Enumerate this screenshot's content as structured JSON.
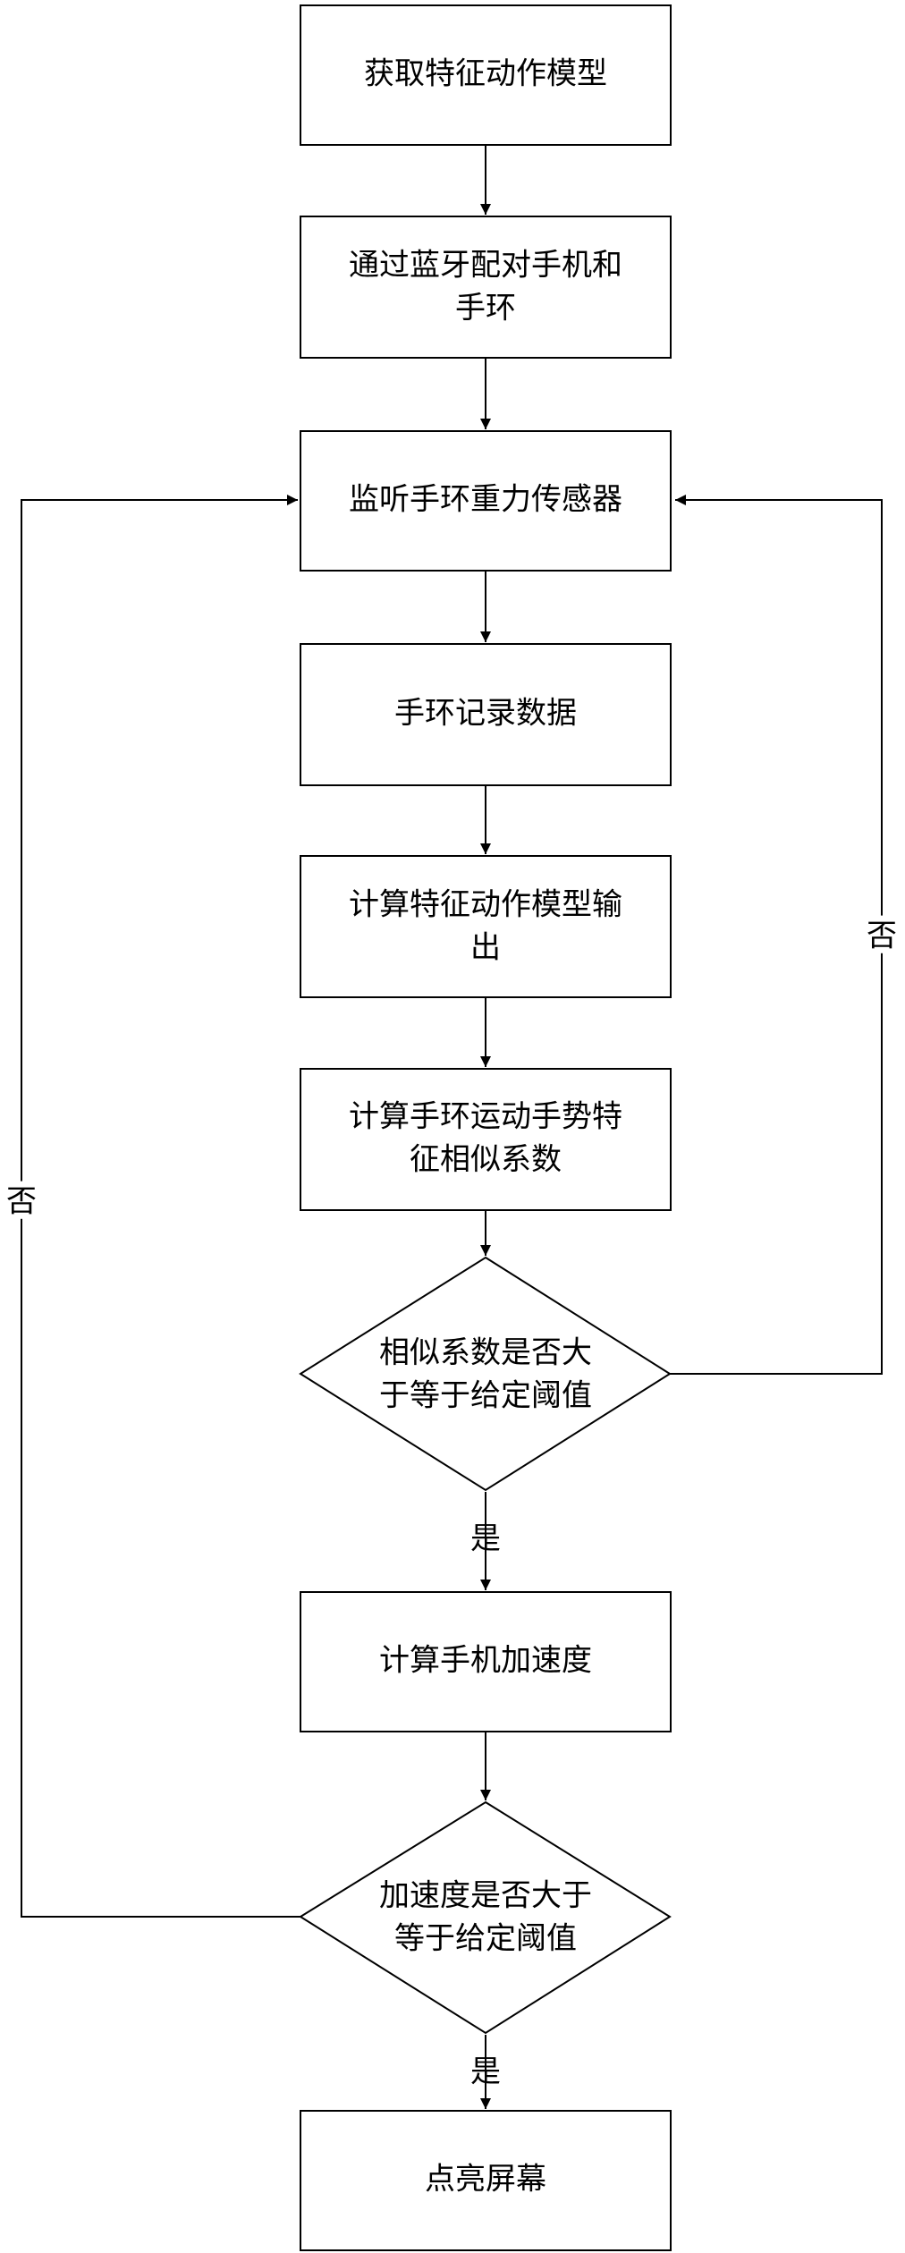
{
  "diagram": {
    "nodes": [
      {
        "id": "n1",
        "shape": "rect",
        "lines": [
          "获取特征动作模型"
        ]
      },
      {
        "id": "n2",
        "shape": "rect",
        "lines": [
          "通过蓝牙配对手机和",
          "手环"
        ]
      },
      {
        "id": "n3",
        "shape": "rect",
        "lines": [
          "监听手环重力传感器"
        ]
      },
      {
        "id": "n4",
        "shape": "rect",
        "lines": [
          "手环记录数据"
        ]
      },
      {
        "id": "n5",
        "shape": "rect",
        "lines": [
          "计算特征动作模型输",
          "出"
        ]
      },
      {
        "id": "n6",
        "shape": "rect",
        "lines": [
          "计算手环运动手势特",
          "征相似系数"
        ]
      },
      {
        "id": "d1",
        "shape": "diamond",
        "lines": [
          "相似系数是否大",
          "于等于给定阈值"
        ]
      },
      {
        "id": "n7",
        "shape": "rect",
        "lines": [
          "计算手机加速度"
        ]
      },
      {
        "id": "d2",
        "shape": "diamond",
        "lines": [
          "加速度是否大于",
          "等于给定阈值"
        ]
      },
      {
        "id": "n8",
        "shape": "rect",
        "lines": [
          "点亮屏幕"
        ]
      }
    ],
    "edges": [
      {
        "from": "n1",
        "to": "n2",
        "label": ""
      },
      {
        "from": "n2",
        "to": "n3",
        "label": ""
      },
      {
        "from": "n3",
        "to": "n4",
        "label": ""
      },
      {
        "from": "n4",
        "to": "n5",
        "label": ""
      },
      {
        "from": "n5",
        "to": "n6",
        "label": ""
      },
      {
        "from": "n6",
        "to": "d1",
        "label": ""
      },
      {
        "from": "d1",
        "to": "n7",
        "label": "是"
      },
      {
        "from": "d1",
        "to": "n3",
        "label": "否"
      },
      {
        "from": "n7",
        "to": "d2",
        "label": ""
      },
      {
        "from": "d2",
        "to": "n8",
        "label": "是"
      },
      {
        "from": "d2",
        "to": "n3",
        "label": "否"
      }
    ]
  }
}
